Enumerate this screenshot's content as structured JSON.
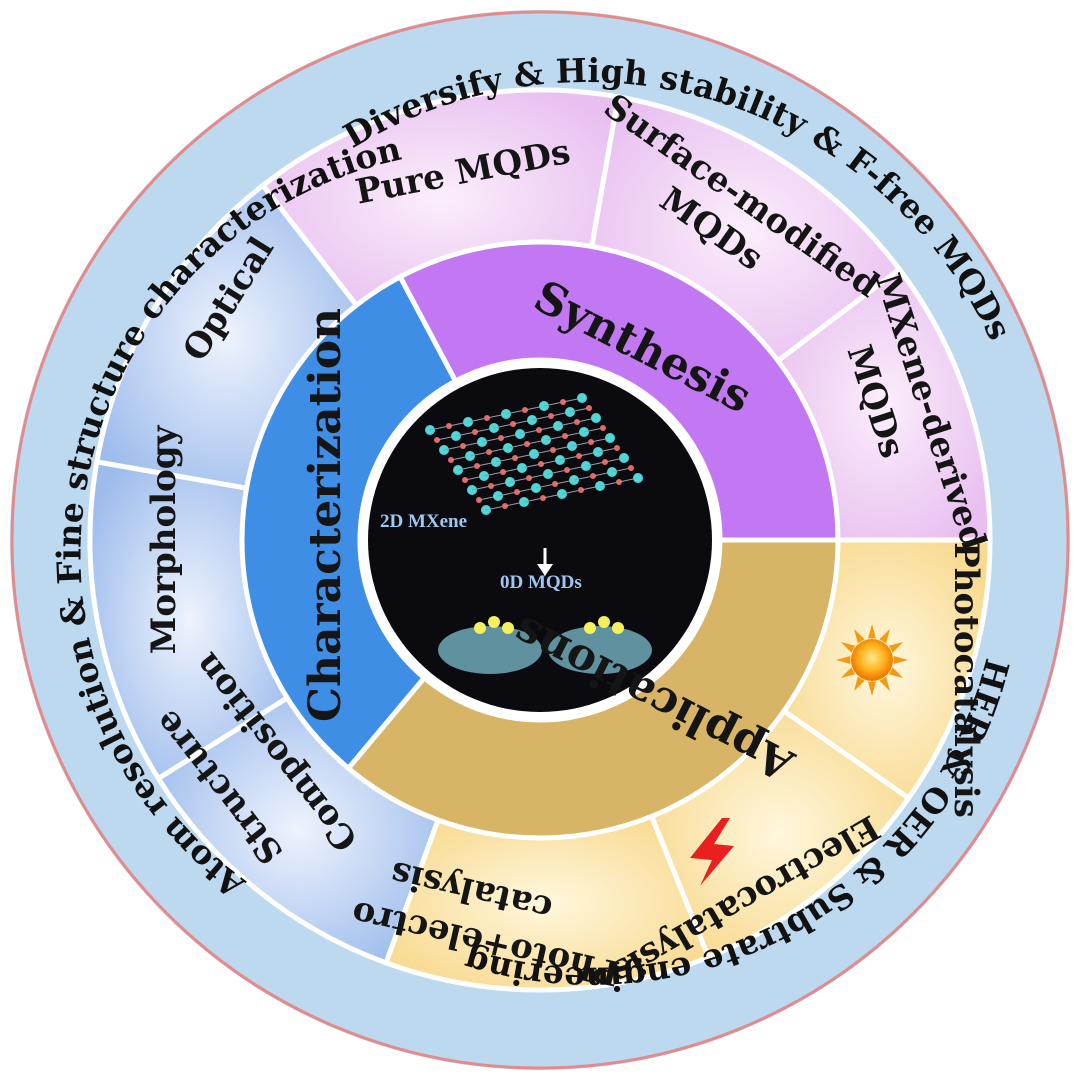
{
  "outer_ring": {
    "top": "Diversify & High stability & F-free MQDs",
    "left": "Atom resolution & Fine structure characterization",
    "bottom": "HER & OER & Subtrate engineering"
  },
  "main_sections": {
    "synthesis": "Synthesis",
    "characterization": "Characterization",
    "applications": "Applications"
  },
  "sub_sections": {
    "pure_mqds": "Pure MQDs",
    "surface_modified_1": "Surface-modified",
    "surface_modified_2": "MQDs",
    "mxene_derived_1": "MXene-derived",
    "mxene_derived_2": "MQDs",
    "photocatalysis": "Photocatalysis",
    "electrocatalysis": "Electrocatalysis",
    "photo_electro_1": "Photo+electro",
    "photo_electro_2": "catalysis",
    "structure": "Structure",
    "composition": "Composition",
    "morphology": "Morphology",
    "optical": "Optical"
  },
  "center": {
    "label_2d": "2D MXene",
    "label_0d": "0D MQDs"
  },
  "icons": [
    "sun-icon",
    "lightning-icon",
    "down-arrow-icon"
  ],
  "colors": {
    "outer_ring": "#bcd9f0",
    "synthesis": "#c278f2",
    "characterization": "#3f8ee6",
    "applications": "#d8b466",
    "synthesis_sub": "#efcdf3",
    "applications_sub": "#fae3a9",
    "characterization_sub": "#c2d5f5",
    "center": "#0b0b0f"
  }
}
